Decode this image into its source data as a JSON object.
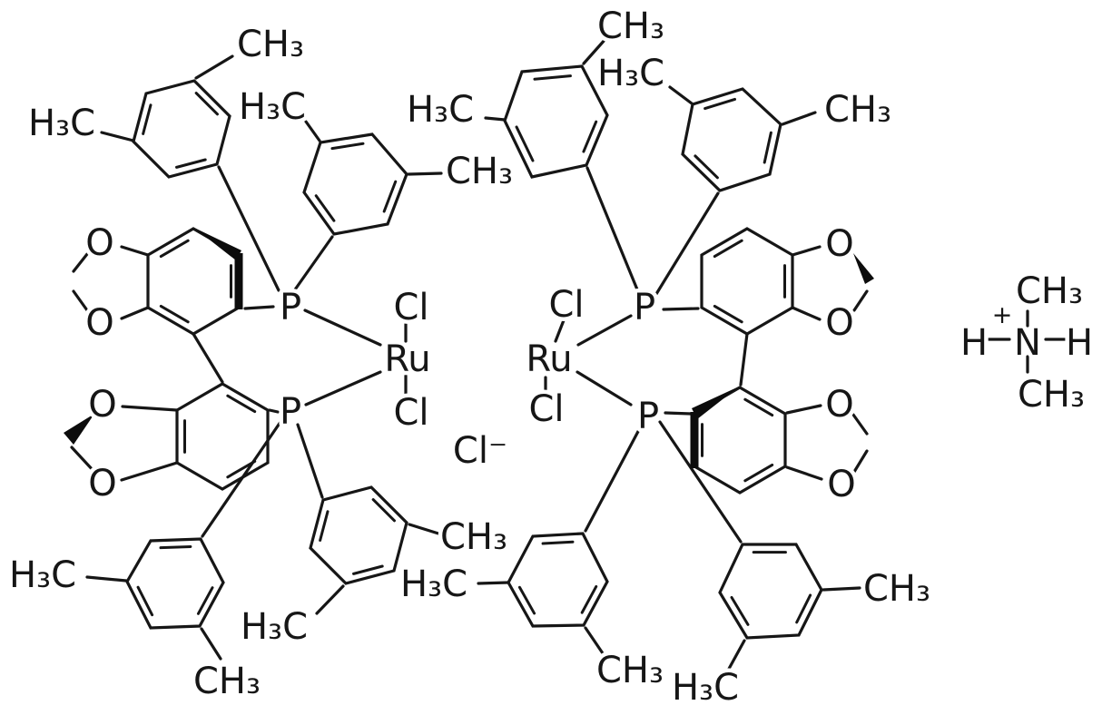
{
  "molecule": {
    "atoms": {
      "ch3": "CH₃",
      "h3c": "H₃C",
      "o": "O",
      "p": "P",
      "ru": "Ru",
      "cl": "Cl",
      "cl_anion": "Cl⁻",
      "n": "N",
      "h": "H",
      "plus_charge": "+"
    }
  }
}
